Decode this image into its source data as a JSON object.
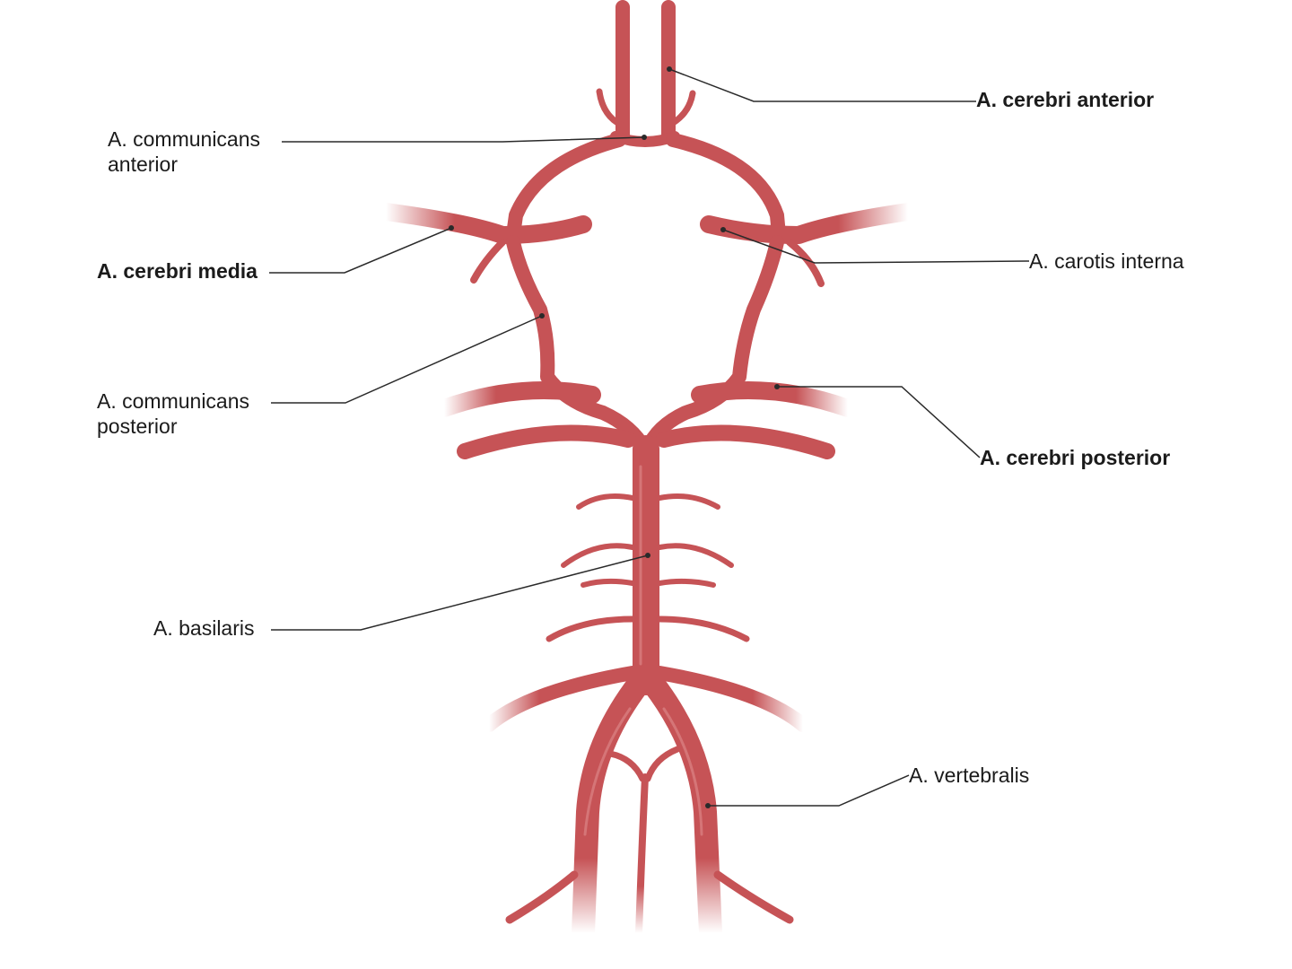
{
  "colors": {
    "vessel": "#c65356",
    "vessel_light": "#e08c8e",
    "leader": "#2a2a2a",
    "text": "#1b1b1b"
  },
  "labels": {
    "cerebri_anterior": "A. cerebri anterior",
    "communicans_anterior_1": "A. communicans",
    "communicans_anterior_2": "anterior",
    "cerebri_media": "A. cerebri media",
    "carotis_interna": "A. carotis interna",
    "communicans_posterior_1": "A. communicans",
    "communicans_posterior_2": "posterior",
    "cerebri_posterior": "A. cerebri posterior",
    "basilaris": "A. basilaris",
    "vertebralis": "A. vertebralis"
  }
}
